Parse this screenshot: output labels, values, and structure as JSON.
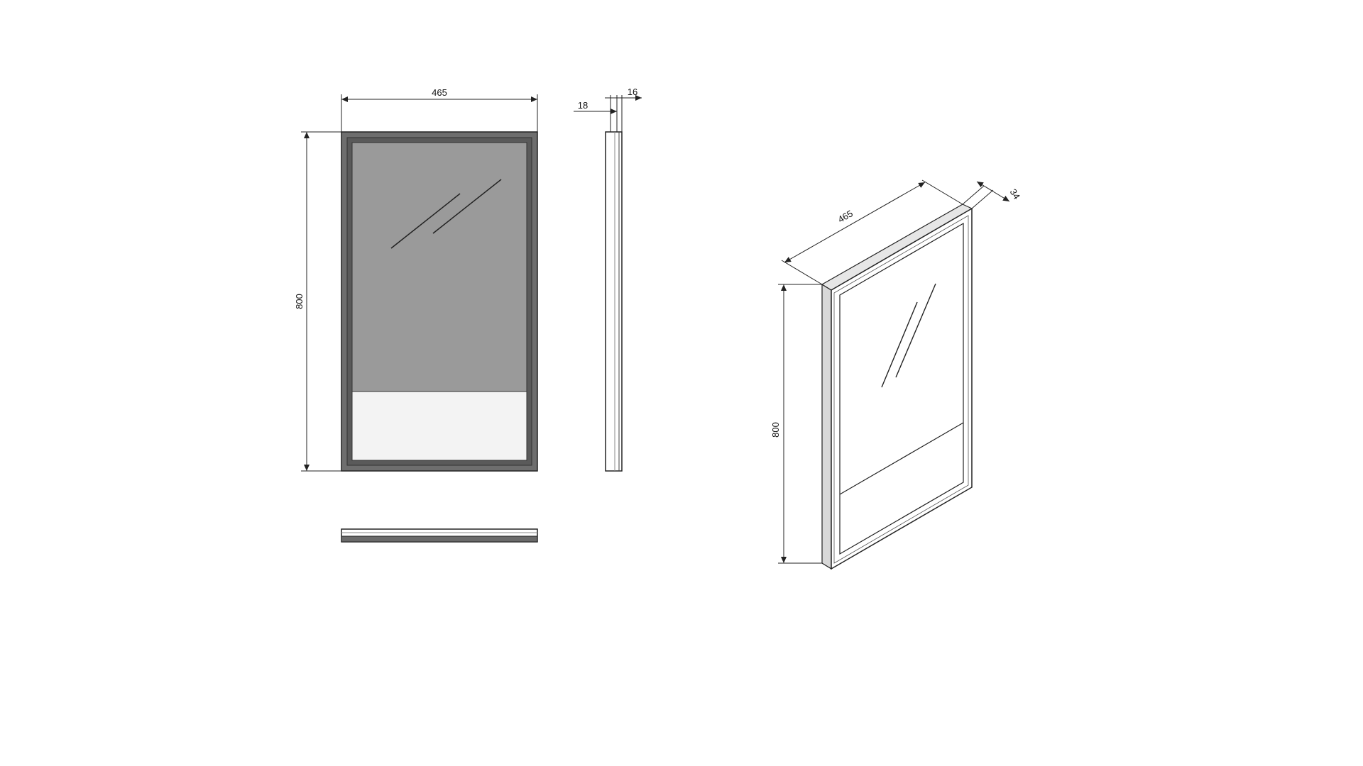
{
  "drawing": {
    "colors": {
      "line": "#222222",
      "frame": "#6e6e6e",
      "frame_dark": "#555555",
      "glass": "#9a9a9a",
      "shelf": "#f2f2f2",
      "light": "#ffffff"
    },
    "front_view": {
      "width_label": "465",
      "height_label": "800"
    },
    "side_view": {
      "depth_total_label": "18",
      "frame_depth_label": "16"
    },
    "iso_view": {
      "width_label": "465",
      "height_label": "800",
      "depth_label": "34"
    }
  }
}
